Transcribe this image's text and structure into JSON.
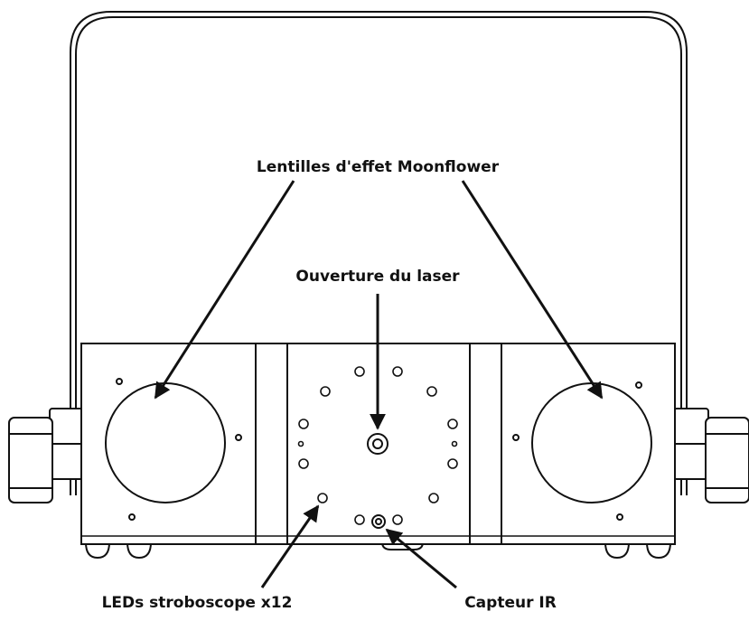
{
  "labels": {
    "moonflower_lenses": "Lentilles d'effet Moonflower",
    "laser_aperture": "Ouverture du laser",
    "strobe_leds": "LEDs stroboscope x12",
    "ir_sensor": "Capteur IR"
  },
  "colors": {
    "line": "#111111",
    "background": "#ffffff"
  }
}
